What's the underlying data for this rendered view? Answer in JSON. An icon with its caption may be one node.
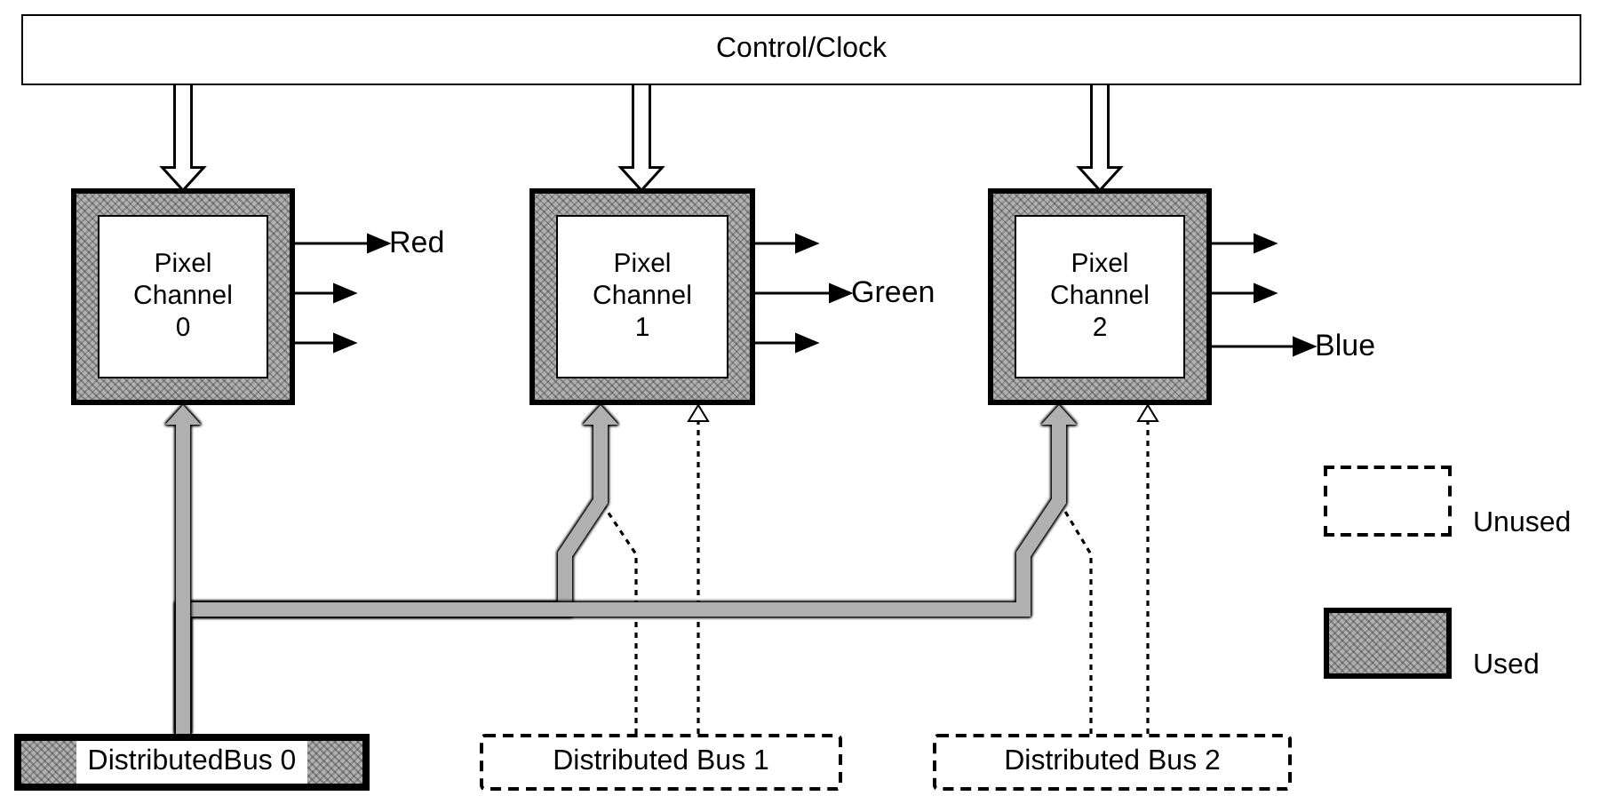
{
  "diagram": {
    "nodes": [
      {
        "text": [
          "Control/Clock"
        ]
      },
      {
        "text": [
          "Pixel Channel 0"
        ]
      },
      {
        "text": [
          "Pixel Channel 1"
        ]
      },
      {
        "text": [
          "Pixel Channel 2"
        ]
      },
      {
        "text": [
          "Red"
        ]
      },
      {
        "text": [
          "Green"
        ]
      },
      {
        "text": [
          "Blue"
        ]
      },
      {
        "text": [
          "DistributedBus 0"
        ]
      },
      {
        "text": [
          "Distributed Bus 1"
        ]
      },
      {
        "text": [
          "Distributed Bus 2"
        ]
      }
    ],
    "edges": [
      {
        "from": 0,
        "to": 1,
        "arrow": "to",
        "style": "thick",
        "color": "#ffffff"
      },
      {
        "from": 0,
        "to": 2,
        "arrow": "to",
        "style": "thick",
        "color": "#ffffff"
      },
      {
        "from": 0,
        "to": 3,
        "arrow": "to",
        "style": "thick",
        "color": "#ffffff"
      },
      {
        "from": 1,
        "to": 4,
        "arrow": "to"
      },
      {
        "from": 1,
        "to": null,
        "arrow": "to"
      },
      {
        "from": 1,
        "to": null,
        "arrow": "to"
      },
      {
        "from": 2,
        "to": null,
        "arrow": "to"
      },
      {
        "from": 2,
        "to": 5,
        "arrow": "to"
      },
      {
        "from": 2,
        "to": null,
        "arrow": "to"
      },
      {
        "from": 3,
        "to": null,
        "arrow": "to"
      },
      {
        "from": 3,
        "to": null,
        "arrow": "to"
      },
      {
        "from": 3,
        "to": 6,
        "arrow": "to"
      },
      {
        "from": 7,
        "to": 1,
        "arrow": "to",
        "style": "thick",
        "color": "#b0b0b0"
      },
      {
        "from": 7,
        "to": 2,
        "arrow": "to",
        "style": "thick",
        "color": "#b0b0b0"
      },
      {
        "from": 7,
        "to": 3,
        "arrow": "to",
        "style": "thick",
        "color": "#b0b0b0"
      },
      {
        "from": 8,
        "to": 2,
        "arrow": "to",
        "style": "dashed"
      },
      {
        "from": 8,
        "to": 2,
        "arrow": "to",
        "style": "dashed"
      },
      {
        "from": 9,
        "to": 3,
        "arrow": "to",
        "style": "dashed"
      },
      {
        "from": 9,
        "to": 3,
        "arrow": "to",
        "style": "dashed"
      }
    ],
    "legend": [
      {
        "text": "Unused"
      },
      {
        "text": "Used",
        "color": "#b0b0b0"
      }
    ]
  }
}
